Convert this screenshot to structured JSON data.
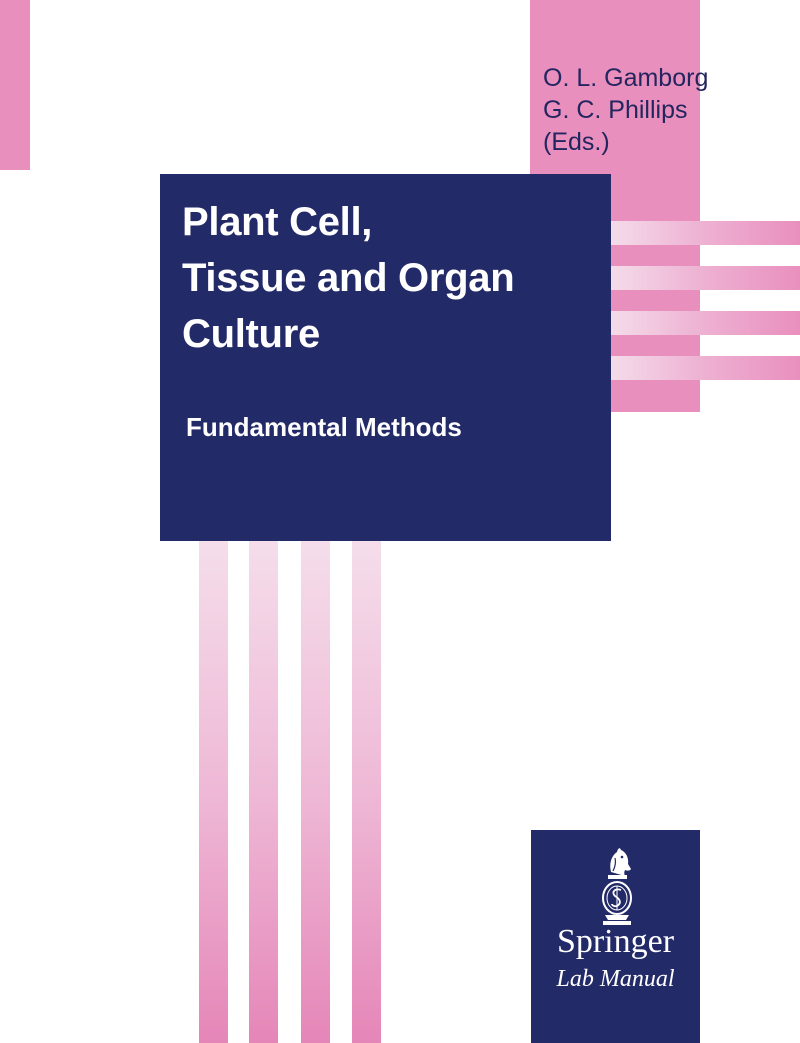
{
  "cover": {
    "editors": [
      "O. L. Gamborg",
      "G. C. Phillips",
      "(Eds.)"
    ],
    "title_lines": [
      "Plant Cell,",
      "Tissue and Organ",
      "Culture"
    ],
    "subtitle": "Fundamental Methods",
    "publisher": "Springer",
    "series": "Lab Manual",
    "logo_icon": "springer-chess-knight-icon"
  },
  "colors": {
    "navy": "#232a68",
    "pink": "#e98fbe",
    "light_pink": "#f4dcea",
    "background": "#ffffff"
  }
}
